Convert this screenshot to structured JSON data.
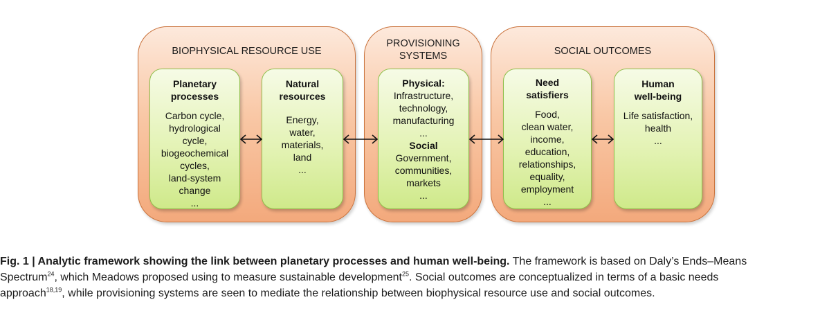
{
  "groups": {
    "biophysical": "BIOPHYSICAL RESOURCE USE",
    "provisioning": [
      "PROVISIONING",
      "SYSTEMS"
    ],
    "social": "SOCIAL OUTCOMES"
  },
  "boxes": {
    "planetary": {
      "head": [
        "Planetary",
        "processes"
      ],
      "items": [
        "Carbon cycle,",
        "hydrological",
        "cycle,",
        "biogeochemical",
        "cycles,",
        "land-system",
        "change",
        "..."
      ]
    },
    "natural": {
      "head": [
        "Natural",
        "resources"
      ],
      "items": [
        "Energy,",
        "water,",
        "materials,",
        "land",
        "..."
      ]
    },
    "provisioning": {
      "head1": "Physical:",
      "items1": [
        "Infrastructure,",
        "technology,",
        "manufacturing",
        "..."
      ],
      "head2": "Social",
      "items2": [
        "Government,",
        "communities,",
        "markets",
        "..."
      ]
    },
    "need": {
      "head": [
        "Need",
        "satisfiers"
      ],
      "items": [
        "Food,",
        "clean water,",
        "income,",
        "education,",
        "relationships,",
        "equality,",
        "employment",
        "..."
      ]
    },
    "wellbeing": {
      "head": [
        "Human",
        "well-being"
      ],
      "items": [
        "Life satisfaction,",
        "health",
        "..."
      ]
    }
  },
  "caption": {
    "fig_label": "Fig. 1 | Analytic framework showing the link between planetary processes and human well-being.",
    "text1": " The framework is based on Daly’s Ends–Means",
    "text2": "Spectrum",
    "ref1": "24",
    "text3": ", which Meadows proposed using to measure sustainable development",
    "ref2": "25",
    "text4": ". Social outcomes are conceptualized in terms of a basic needs",
    "text5": "approach",
    "ref3": "18,19",
    "text6": ", while provisioning systems are seen to mediate the relationship between biophysical resource use and social outcomes."
  },
  "colors": {
    "outer_fill": "#f9c8a6",
    "outer_border": "#c9713a",
    "inner_fill": "#e4f3b6",
    "inner_border": "#8fbf4a"
  }
}
